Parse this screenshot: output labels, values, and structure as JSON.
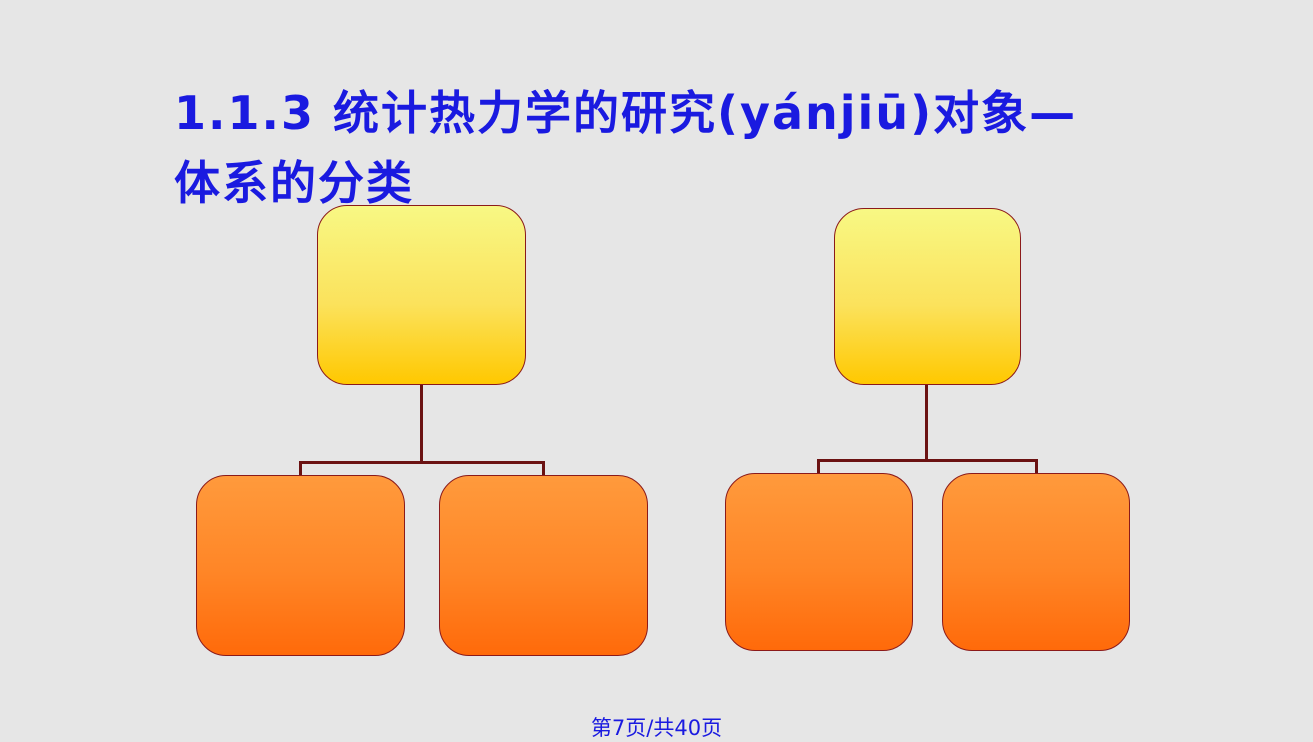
{
  "slide": {
    "title_line_1": "1.1.3 统计热力学的研究(yánjiū)对象—",
    "title_line_2": "体系的分类"
  },
  "footer": {
    "page_text": "第7页/共40页"
  },
  "colors": {
    "title": "#1a1ae0",
    "parent_box_top": "#f8f884",
    "parent_box_bottom": "#ffc800",
    "child_box_top": "#ff9a3c",
    "child_box_bottom": "#ff6a0a",
    "box_border": "#8b1a1a",
    "connector": "#6b1212",
    "background": "#e6e6e6"
  }
}
